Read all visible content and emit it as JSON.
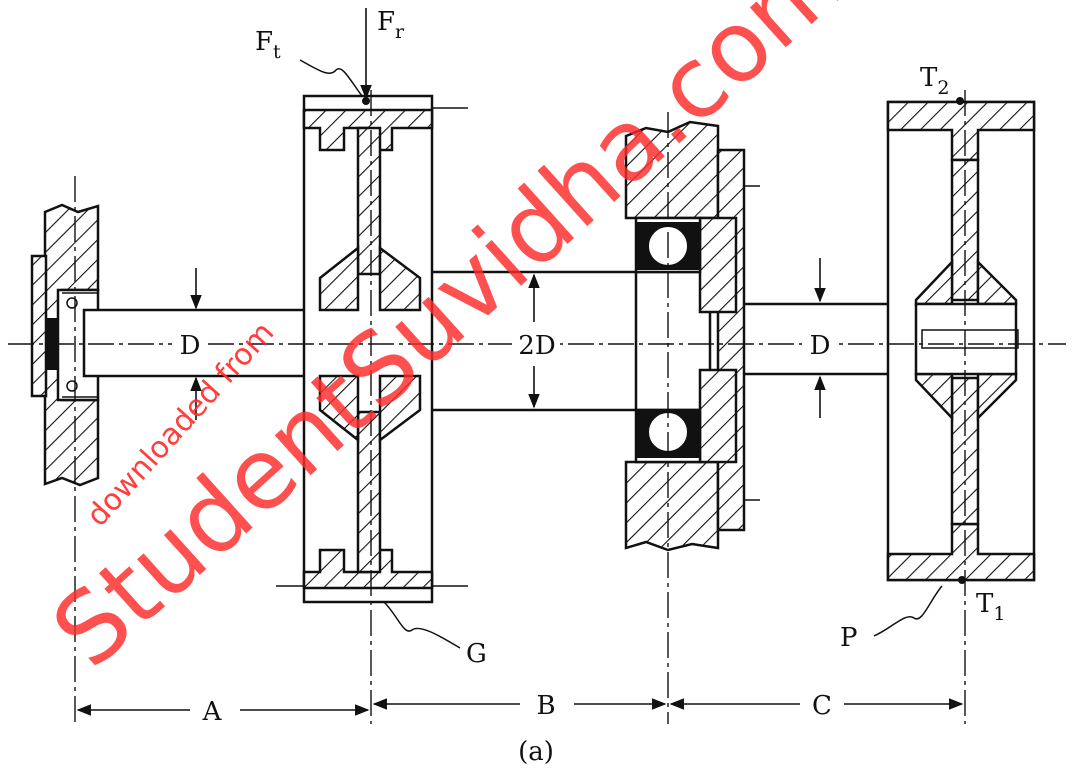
{
  "labels": {
    "ft_main": "F",
    "ft_sub": "t",
    "fr_main": "F",
    "fr_sub": "r",
    "t2_main": "T",
    "t2_sub": "2",
    "t1_main": "T",
    "t1_sub": "1",
    "shaft_left": "D",
    "shaft_mid": "2D",
    "shaft_right": "D",
    "gear": "G",
    "pulley": "P",
    "span_a": "A",
    "span_b": "B",
    "span_c": "C",
    "caption": "(a)"
  },
  "watermark": {
    "main": "StudentSuvidha.com",
    "small": "downloaded from"
  },
  "colors": {
    "ink": "#111111",
    "watermark": "#ff2a2a"
  }
}
